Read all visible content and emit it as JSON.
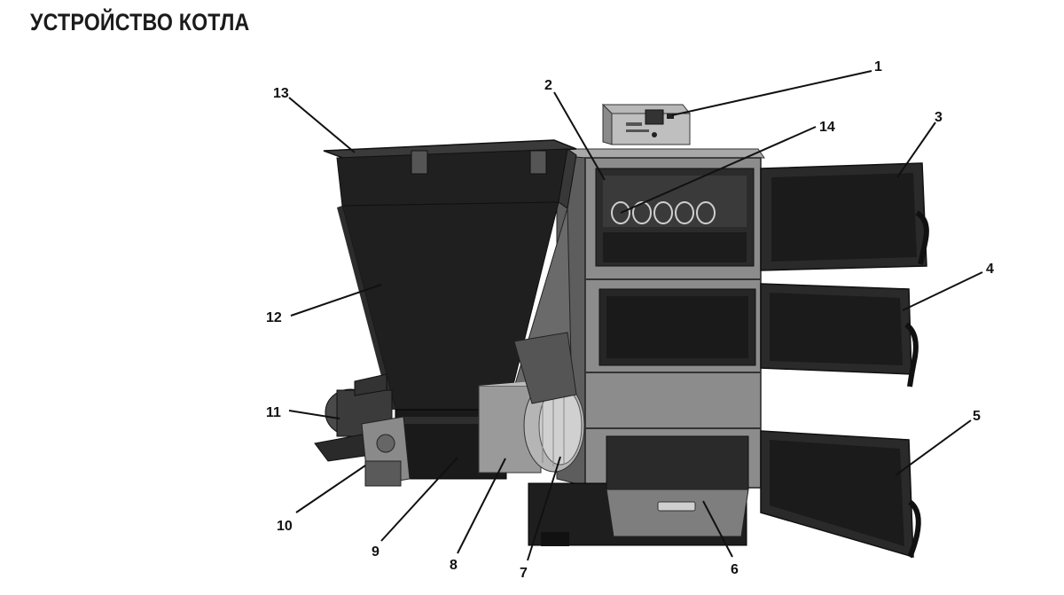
{
  "title": "УСТРОЙСТВО КОТЛА",
  "colors": {
    "background": "#ffffff",
    "body": "#8c8c8c",
    "body_dark": "#6e6e6e",
    "panel": "#a6a6a6",
    "hopper": "#1f1f1f",
    "door": "#262626",
    "line": "#111111"
  },
  "callouts": [
    "1",
    "2",
    "3",
    "4",
    "5",
    "6",
    "7",
    "8",
    "9",
    "10",
    "11",
    "12",
    "13",
    "14"
  ]
}
